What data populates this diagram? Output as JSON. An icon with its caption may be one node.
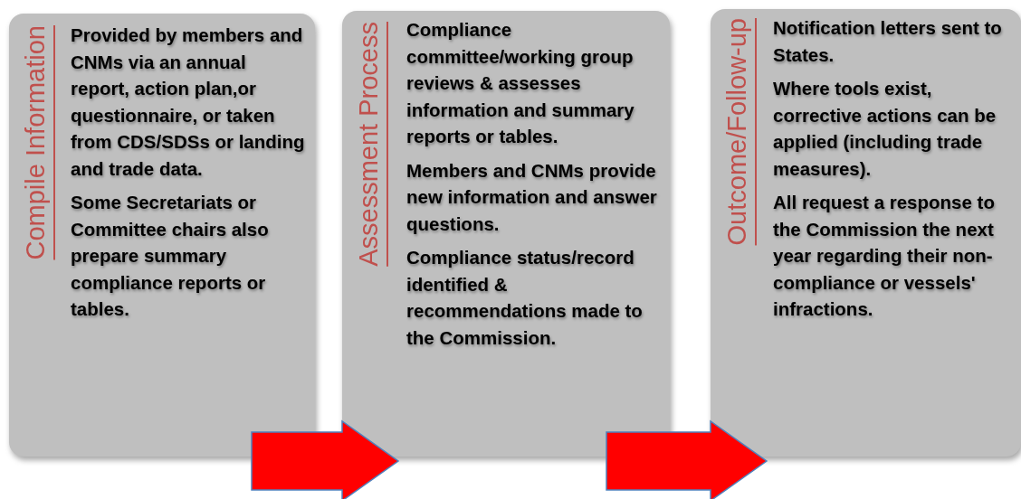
{
  "diagram": {
    "nodes": [
      {
        "text": [
          "Compile Information",
          "Provided by members and CNMs via an annual report, action plan,or questionnaire, or taken from CDS/SDSs or landing and trade data.",
          "Some Secretariats or Committee chairs also prepare summary compliance reports or tables."
        ]
      },
      {
        "text": [
          "Assessment Process",
          "Compliance committee/working group reviews & assesses information and summary reports or tables.",
          "Members and CNMs provide new information and answer questions.",
          "Compliance status/record identified & recommendations made to the Commission."
        ]
      },
      {
        "text": [
          "Outcome/Follow-up",
          "Notification letters sent to States.",
          "Where tools exist, corrective actions can be applied (including trade measures).",
          "All request a response to the Commission the next year regarding their non-compliance or vessels' infractions."
        ]
      }
    ],
    "edges": [
      {
        "from": 0,
        "to": 1,
        "arrow": "to"
      },
      {
        "from": 1,
        "to": 2,
        "arrow": "to"
      }
    ]
  }
}
